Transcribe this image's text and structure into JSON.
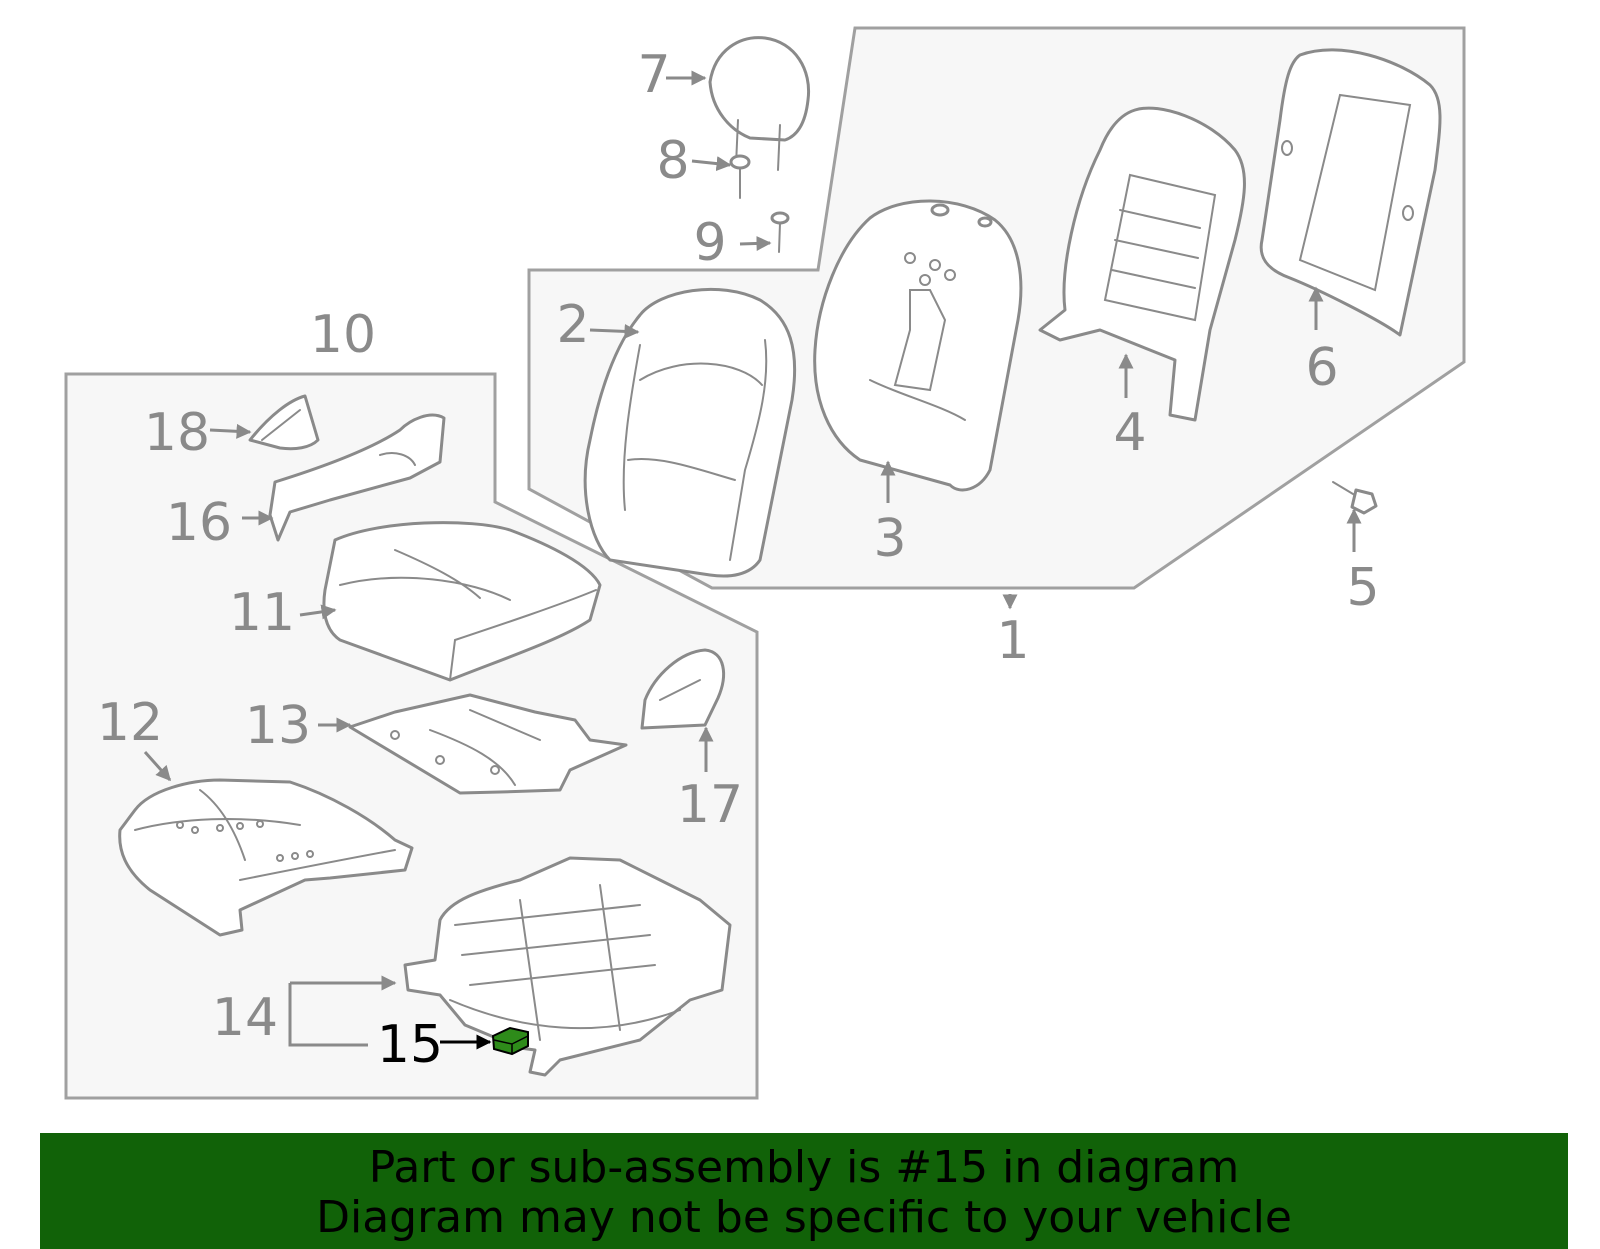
{
  "callouts": {
    "c1": "1",
    "c2": "2",
    "c3": "3",
    "c4": "4",
    "c5": "5",
    "c6": "6",
    "c7": "7",
    "c8": "8",
    "c9": "9",
    "c10": "10",
    "c11": "11",
    "c12": "12",
    "c13": "13",
    "c14": "14",
    "c15": "15",
    "c16": "16",
    "c17": "17",
    "c18": "18"
  },
  "highlighted_part": "15",
  "colors": {
    "highlight_part": "#2e8b1a",
    "banner_background": "#116208",
    "outline": "#8a8a8a"
  },
  "banner": {
    "line1": "Part or sub-assembly is #15 in diagram",
    "line2": "Diagram may not be specific to your vehicle"
  }
}
